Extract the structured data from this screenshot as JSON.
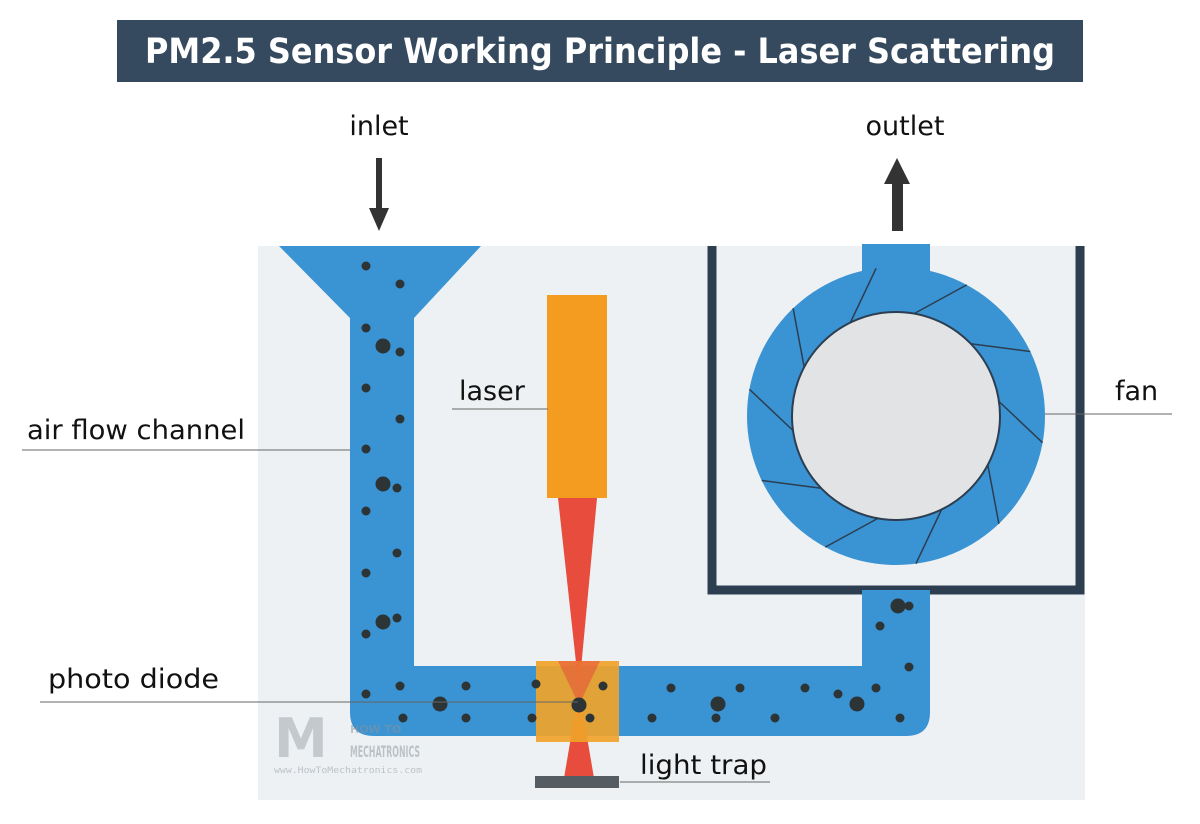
{
  "title": "PM2.5 Sensor Working Principle - Laser Scattering",
  "labels": {
    "inlet": "inlet",
    "outlet": "outlet",
    "laser": "laser",
    "fan": "fan",
    "air_flow_channel": "air flow channel",
    "photo_diode": "photo diode",
    "light_trap": "light trap"
  },
  "watermark": {
    "brand_line1": "HOW TO",
    "brand_line2": "MECHATRONICS",
    "url": "www.HowToMechatronics.com"
  },
  "colors": {
    "title_bg": "#354a5f",
    "title_text": "#ffffff",
    "panel_bg": "#eef1f3",
    "channel": "#3a93d3",
    "fan_core": "#e1e3e4",
    "housing": "#2c3e50",
    "laser_body": "#f39c1f",
    "laser_beam": "#e74c3c",
    "photo_diode": "#f0a32a",
    "particle": "#2d3436",
    "light_trap": "#555d62",
    "arrow": "#333333"
  },
  "icons": [
    "down-arrow-icon",
    "up-arrow-icon",
    "fan-icon",
    "laser-icon"
  ]
}
